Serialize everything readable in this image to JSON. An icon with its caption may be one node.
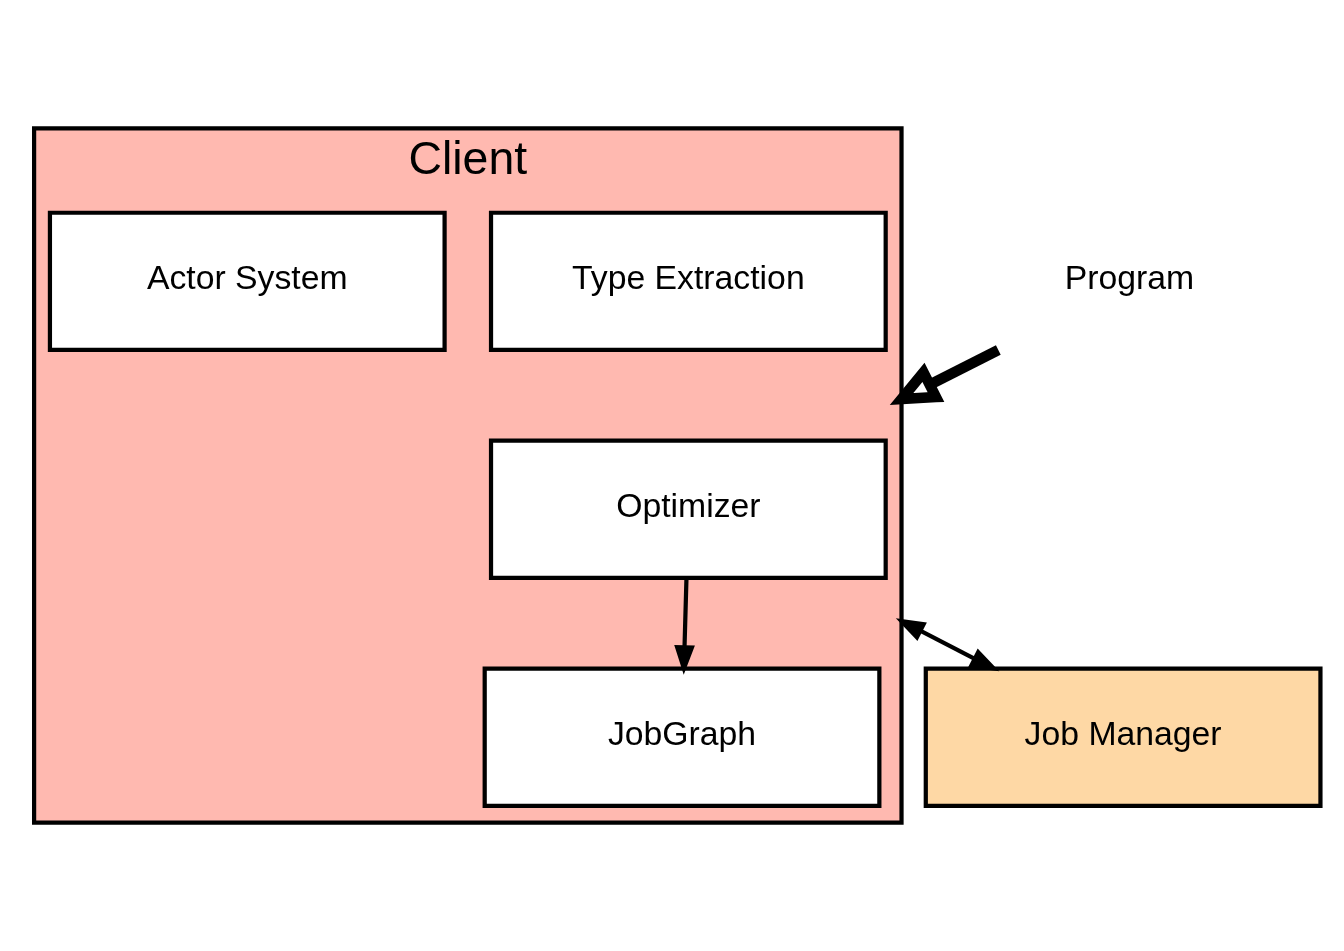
{
  "diagram": {
    "nodes": [
      {
        "text": [
          "Client"
        ]
      },
      {
        "text": [
          "Type Extraction"
        ],
        "in": 0
      },
      {
        "text": [
          "JobGraph"
        ],
        "in": 0
      },
      {
        "text": [
          "Optimizer"
        ],
        "in": 0
      },
      {
        "text": [
          "Actor System"
        ],
        "in": 0
      },
      {
        "text": [
          "Job Manager"
        ]
      },
      {
        "text": [
          "Program"
        ]
      }
    ],
    "edges": [
      {
        "from": 3,
        "to": 2,
        "arrow": "to"
      },
      {
        "from": 0,
        "to": 5,
        "arrow": "both"
      },
      {
        "from": 6,
        "to": 0,
        "arrow": "to",
        "style": "thick"
      }
    ]
  }
}
